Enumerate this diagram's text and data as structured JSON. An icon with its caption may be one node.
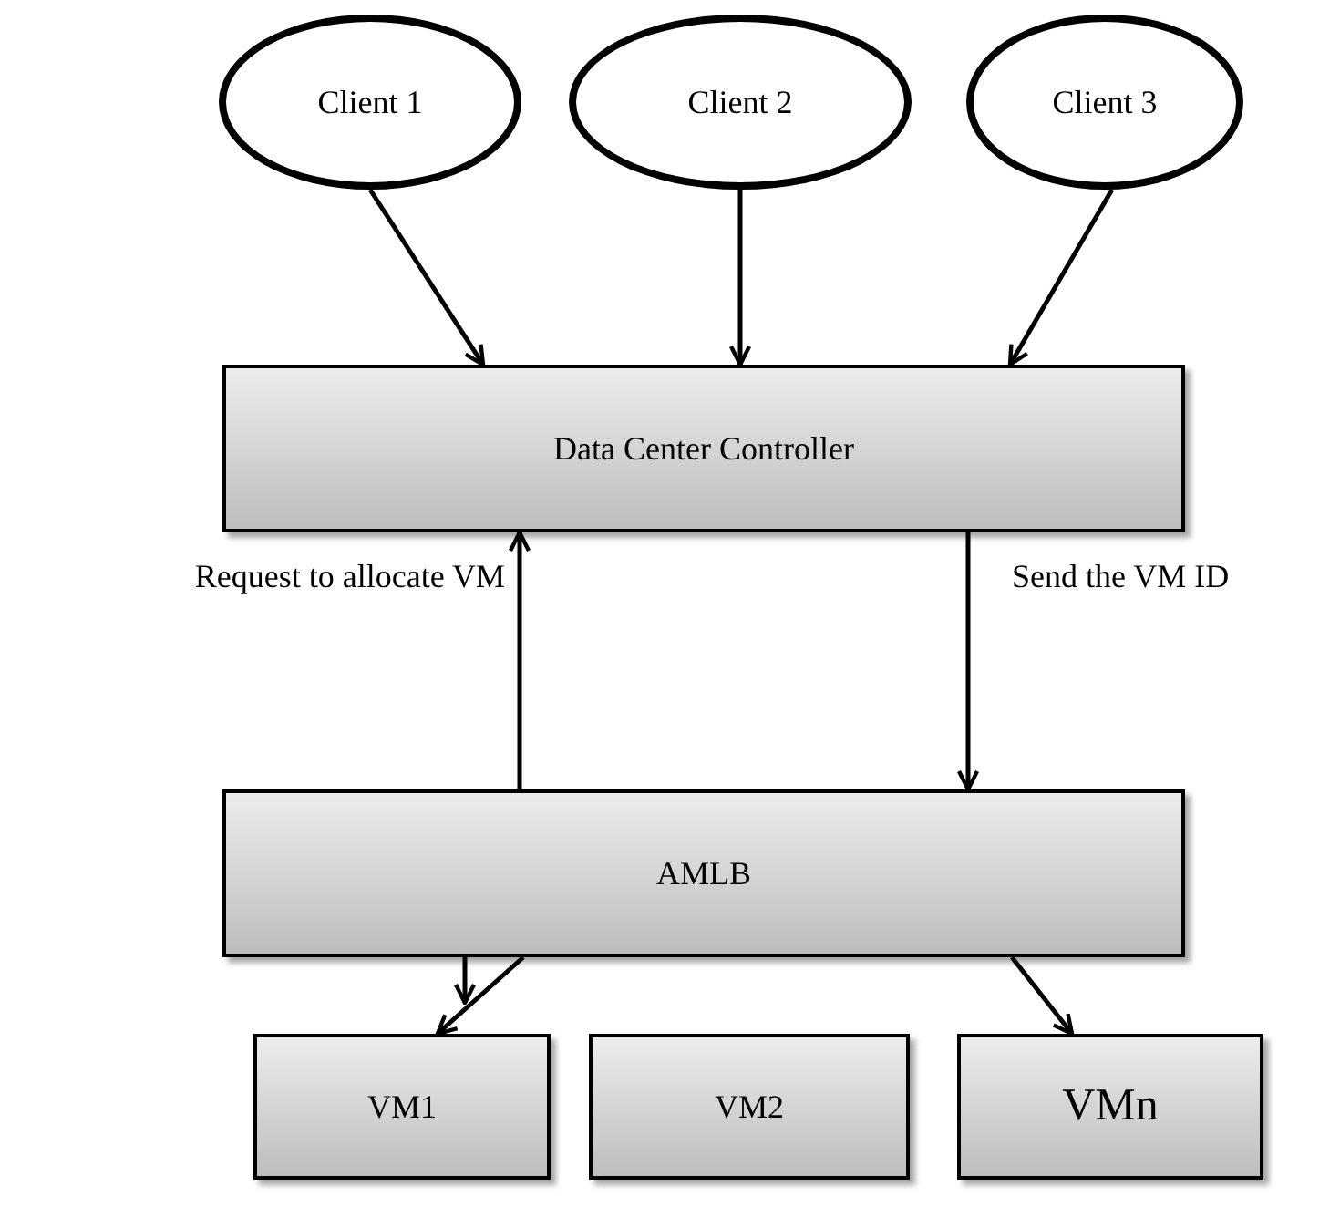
{
  "diagram": {
    "nodes": [
      {
        "text": [
          "Client 1"
        ]
      },
      {
        "text": [
          "Client 2"
        ]
      },
      {
        "text": [
          "Client 3"
        ]
      },
      {
        "text": [
          "Data Center Controller"
        ]
      },
      {
        "text": [
          "AMLB"
        ]
      },
      {
        "text": [
          "VM1"
        ]
      },
      {
        "text": [
          "VM2"
        ]
      },
      {
        "text": [
          "VMn"
        ]
      }
    ],
    "edges": [
      {
        "from": 0,
        "to": 3,
        "arrow": "to"
      },
      {
        "from": 1,
        "to": 3,
        "arrow": "to"
      },
      {
        "from": 2,
        "to": 3,
        "arrow": "to"
      },
      {
        "from": 4,
        "to": 3,
        "arrow": "to",
        "label": "Request to allocate VM"
      },
      {
        "from": 3,
        "to": 4,
        "arrow": "to",
        "label": "Send the VM ID"
      },
      {
        "from": 4,
        "to": 5,
        "arrow": "to"
      },
      {
        "from": 4,
        "to": 5,
        "arrow": "to"
      },
      {
        "from": 4,
        "to": 7,
        "arrow": "to"
      }
    ]
  }
}
